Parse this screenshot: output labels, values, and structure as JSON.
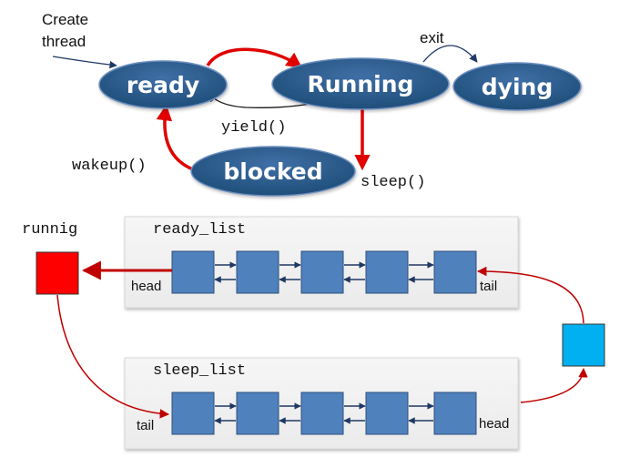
{
  "state_diagram": {
    "create_thread_line1": "Create",
    "create_thread_line2": "thread",
    "states": {
      "ready": "ready",
      "running": "Running",
      "dying": "dying",
      "blocked": "blocked"
    },
    "transitions": {
      "exit": "exit",
      "yield": "yield()",
      "wakeup": "wakeup()",
      "sleep": "sleep()"
    }
  },
  "list_diagram": {
    "running_label": "runnig",
    "ready_list": {
      "name": "ready_list",
      "head_label": "head",
      "tail_label": "tail",
      "node_count": 5
    },
    "sleep_list": {
      "name": "sleep_list",
      "head_label": "head",
      "tail_label": "tail",
      "node_count": 5
    }
  },
  "colors": {
    "state_fill": "#1f4e79",
    "node_fill": "#4f81bd",
    "running_box": "#ff0000",
    "waiting_box": "#00b0f0",
    "transition_red": "#e00000",
    "list_arrow_red": "#c00000"
  }
}
